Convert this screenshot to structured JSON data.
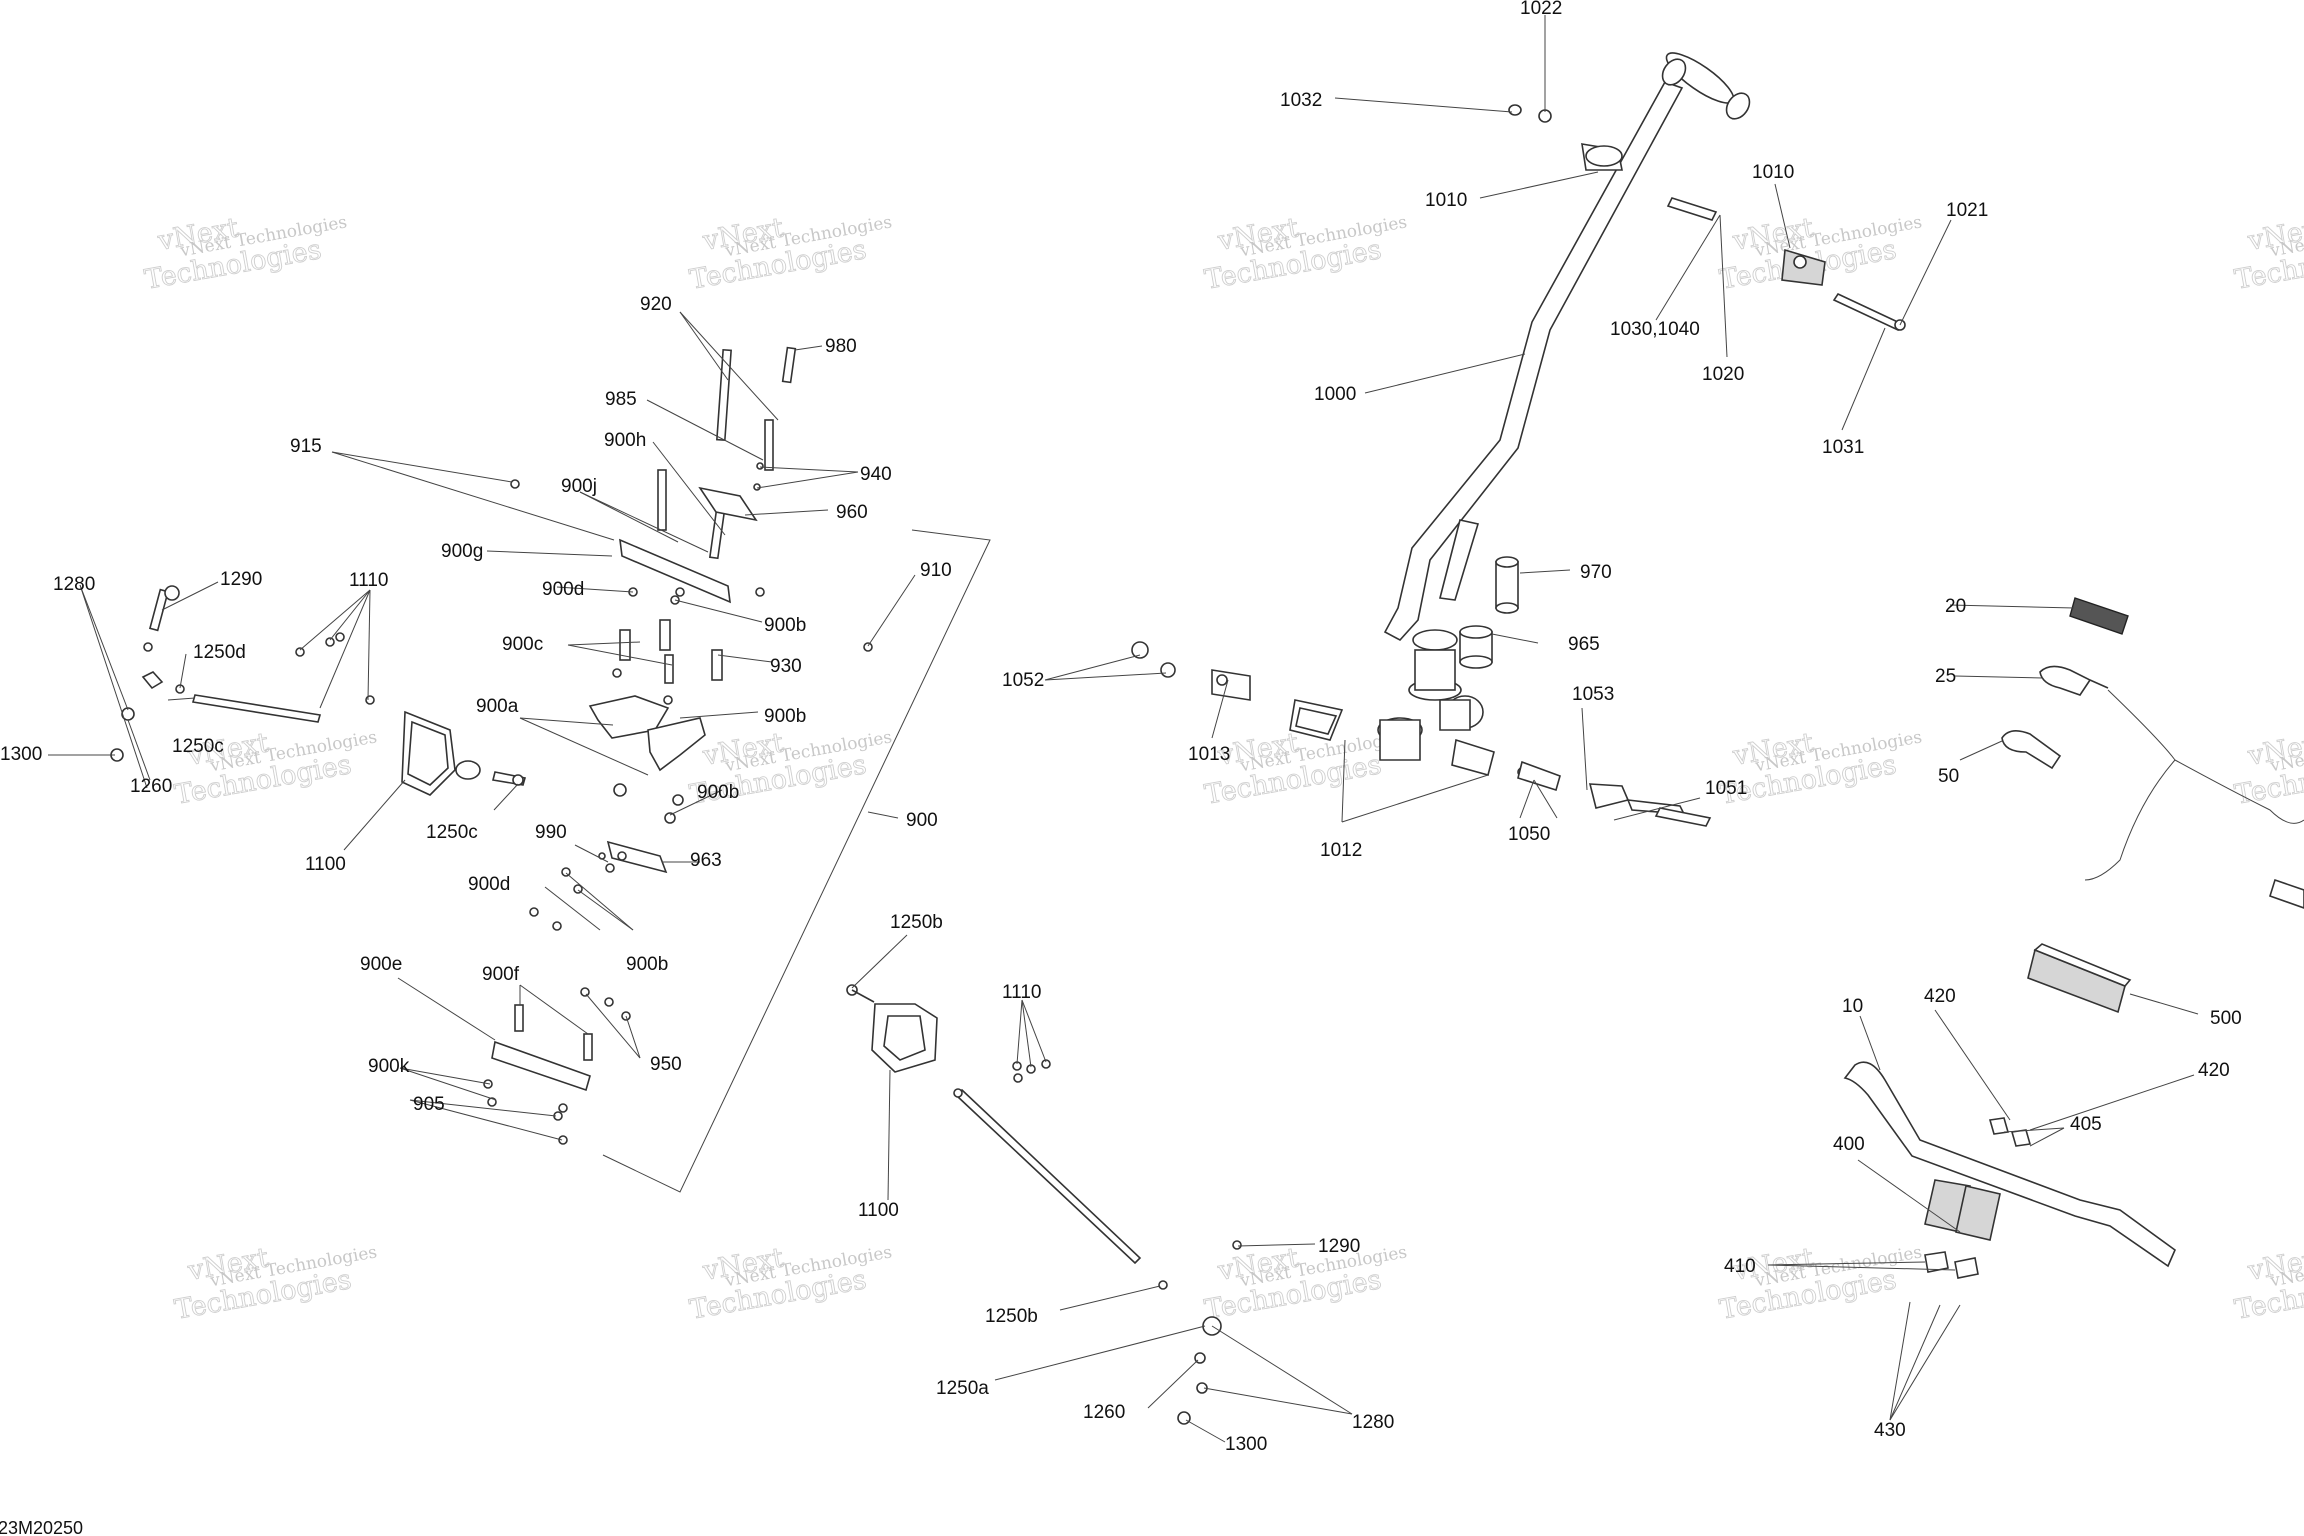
{
  "diagram": {
    "code": "23M20250",
    "watermark": {
      "line1": "vNext Technologies",
      "line2": "vNext",
      "line3": "Technologies"
    },
    "labels": {
      "l1022": "1022",
      "l1032": "1032",
      "l1010a": "1010",
      "l1010b": "1010",
      "l1021": "1021",
      "l1030_1040": "1030,1040",
      "l1020": "1020",
      "l1031": "1031",
      "l1000": "1000",
      "l970": "970",
      "l965": "965",
      "l20": "20",
      "l25": "25",
      "l50": "50",
      "l1052": "1052",
      "l1013": "1013",
      "l1053": "1053",
      "l1051": "1051",
      "l1012": "1012",
      "l1050": "1050",
      "l920": "920",
      "l980": "980",
      "l985": "985",
      "l915": "915",
      "l900h": "900h",
      "l940": "940",
      "l900j": "900j",
      "l960": "960",
      "l900g": "900g",
      "l910": "910",
      "l900d_a": "900d",
      "l900b_a": "900b",
      "l1280_a": "1280",
      "l1290_a": "1290",
      "l1110_a": "1110",
      "l900c": "900c",
      "l930": "930",
      "l1250d": "1250d",
      "l900a": "900a",
      "l900b_b": "900b",
      "l1300_a": "1300",
      "l1250c_a": "1250c",
      "l1260_a": "1260",
      "l900b_c": "900b",
      "l1100_a": "1100",
      "l1250c_b": "1250c",
      "l900": "900",
      "l990": "990",
      "l963": "963",
      "l900d_b": "900d",
      "l900b_d": "900b",
      "l900e": "900e",
      "l900f": "900f",
      "l950": "950",
      "l900k": "900k",
      "l905": "905",
      "l1250b_a": "1250b",
      "l1110_b": "1110",
      "l1100_b": "1100",
      "l1290_b": "1290",
      "l1250b_b": "1250b",
      "l1250a": "1250a",
      "l1260_b": "1260",
      "l1280_b": "1280",
      "l1300_b": "1300",
      "l500": "500",
      "l10": "10",
      "l420_a": "420",
      "l420_b": "420",
      "l400": "400",
      "l405": "405",
      "l410": "410",
      "l430": "430"
    }
  }
}
